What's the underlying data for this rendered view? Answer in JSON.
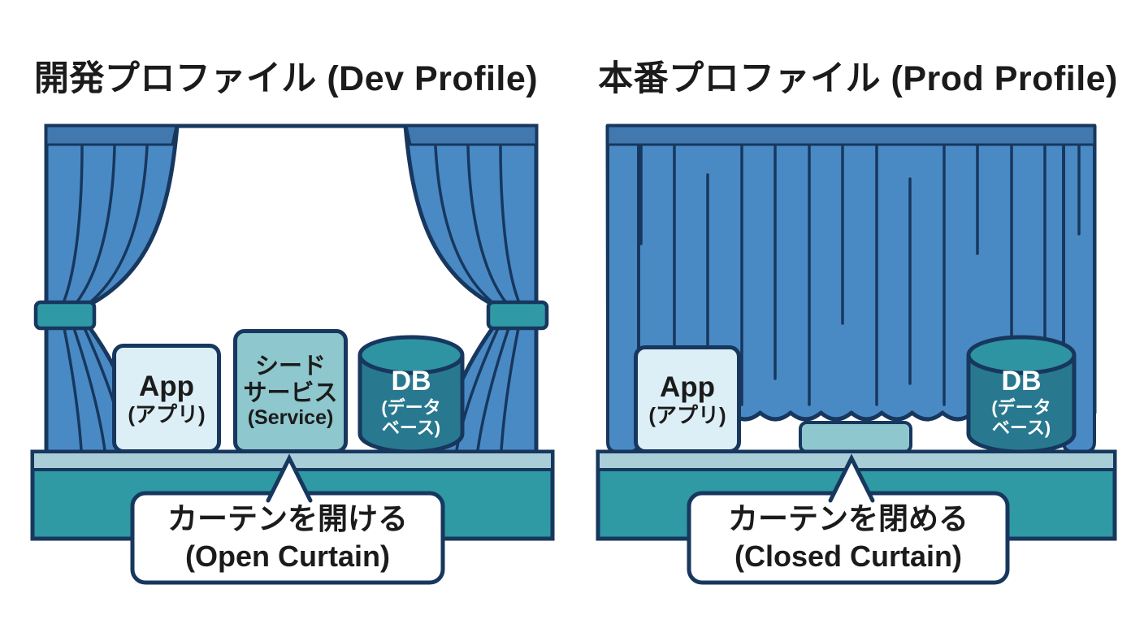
{
  "diagram": {
    "panels": [
      {
        "title": "開発プロファイル (Dev Profile)",
        "curtain_state": "open",
        "components": {
          "app": {
            "name": "App",
            "sub": "(アプリ)"
          },
          "seed_service": {
            "name_line1": "シード",
            "name_line2": "サービス",
            "sub": "(Service)"
          },
          "db": {
            "name": "DB",
            "sub_line1": "(データ",
            "sub_line2": "ベース)"
          }
        },
        "caption": {
          "line1": "カーテンを開ける",
          "line2": "(Open Curtain)"
        }
      },
      {
        "title": "本番プロファイル (Prod Profile)",
        "curtain_state": "closed",
        "components": {
          "app": {
            "name": "App",
            "sub": "(アプリ)"
          },
          "db": {
            "name": "DB",
            "sub_line1": "(データ",
            "sub_line2": "ベース)"
          }
        },
        "caption": {
          "line1": "カーテンを閉める",
          "line2": "(Closed Curtain)"
        }
      }
    ],
    "colors": {
      "curtain_blue": "#4a8ac4",
      "curtain_band_blue": "#4179ae",
      "outline_navy": "#17375e",
      "stage_floor_teal": "#2f99a4",
      "stage_floor_strip": "#a9ced7",
      "tieback_teal": "#2f9aa5",
      "app_box_fill": "#dceef6",
      "service_box_fill": "#8ec7cd",
      "db_body_fill": "#28798f",
      "db_top_fill": "#2e94a2",
      "text_dark": "#1b1b1b",
      "text_light": "#ffffff"
    }
  }
}
